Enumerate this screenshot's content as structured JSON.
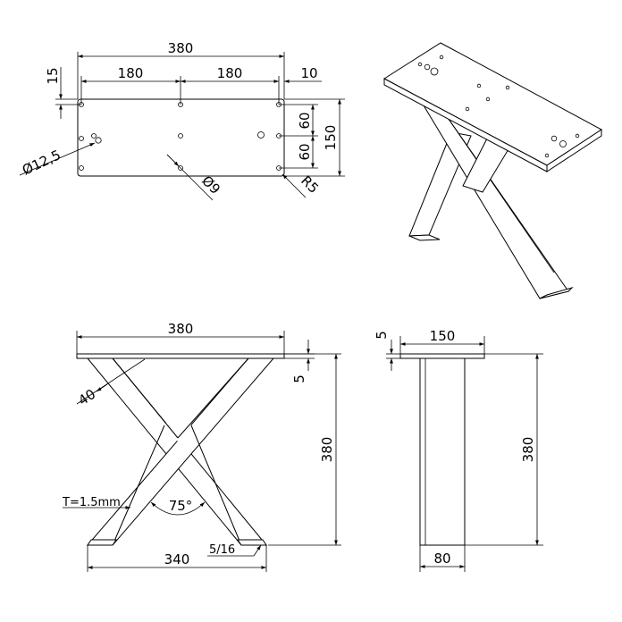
{
  "top_view": {
    "width_total": "380",
    "spacing_left": "180",
    "spacing_right": "180",
    "edge_offset_top": "15",
    "edge_offset_right": "10",
    "height_total": "150",
    "hole_spacing_1": "60",
    "hole_spacing_2": "60",
    "hole_diameter_large": "Ø12,5",
    "hole_diameter_small": "Ø9",
    "corner_radius": "R5"
  },
  "front_view": {
    "top_width": "380",
    "plate_thickness": "5",
    "beam_width": "40",
    "height": "380",
    "wall_thickness": "T=1.5mm",
    "angle": "75°",
    "foot_span": "340",
    "foot_note": "5/16"
  },
  "side_view": {
    "plate_width": "150",
    "plate_thickness": "5",
    "height": "380",
    "beam_depth": "80"
  }
}
